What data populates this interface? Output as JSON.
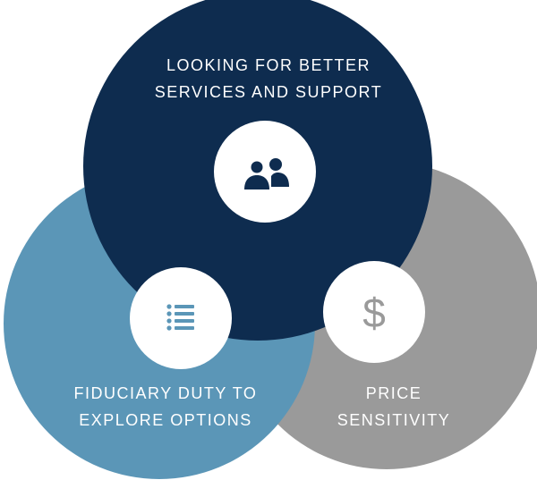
{
  "colors": {
    "top_circle": "#0e2c4f",
    "left_circle": "#5b96b7",
    "right_circle": "#9a9a9a",
    "badge": "#ffffff",
    "icon_top": "#0e2c4f",
    "icon_left": "#5b96b7",
    "icon_right": "#9a9a9a"
  },
  "icons": {
    "top": "users-icon",
    "left": "list-icon",
    "right": "dollar-icon"
  },
  "labels": {
    "top": [
      "LOOKING FOR BETTER",
      "SERVICES AND SUPPORT"
    ],
    "left": [
      "FIDUCIARY DUTY TO",
      "EXPLORE OPTIONS"
    ],
    "right": [
      "PRICE",
      "SENSITIVITY"
    ]
  },
  "dollar_glyph": "$"
}
